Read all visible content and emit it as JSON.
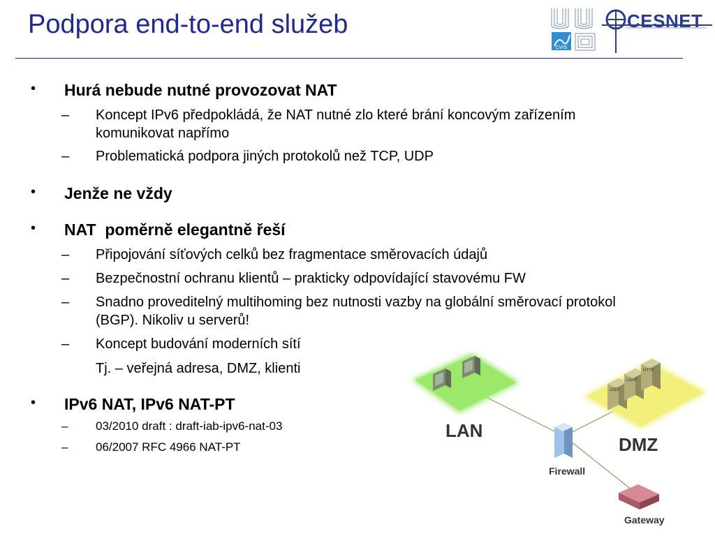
{
  "slide": {
    "title": "Podpora end-to-end služeb",
    "logo_text": "CESNET",
    "logo_small_text": "CVIS"
  },
  "bullets": [
    {
      "text": "Hurá nebude nutné provozovat NAT",
      "sub": [
        "Koncept IPv6 předpokládá, že NAT nutné zlo které brání koncovým zařízením komunikovat napřímo",
        "Problematická podpora jiných protokolů než TCP, UDP"
      ]
    },
    {
      "text": "Jenže ne vždy",
      "sub": []
    },
    {
      "text": "NAT  poměrně elegantně řeší",
      "sub": [
        "Připojování síťových celků bez fragmentace směrovacích údajů",
        "Bezpečnostní ochranu klientů – prakticky odpovídající stavovému FW",
        "Snadno proveditelný multihoming bez nutnosti vazby na globální směrovací protokol (BGP). Nikoliv u serverů!",
        "Koncept budování moderních sítí"
      ],
      "continuation": "Tj. – veřejná adresa, DMZ, klienti"
    },
    {
      "text": "IPv6 NAT, IPv6 NAT-PT",
      "sub": [
        "03/2010 draft : draft-iab-ipv6-nat-03",
        "06/2007 RFC 4966 NAT-PT"
      ]
    }
  ],
  "bullet_marks": {
    "l1": "•",
    "l2": "–"
  },
  "diagram": {
    "lan_label": "LAN",
    "dmz_label": "DMZ",
    "firewall_label": "Firewall",
    "gateway_label": "Gateway",
    "server_labels": [
      "J2EE",
      "LDAP",
      "HTTP"
    ],
    "colors": {
      "lan_zone": "#9be86a",
      "dmz_zone": "#f2ee7a",
      "gateway": "#d78a95",
      "firewall": "#9fc3e8"
    }
  }
}
